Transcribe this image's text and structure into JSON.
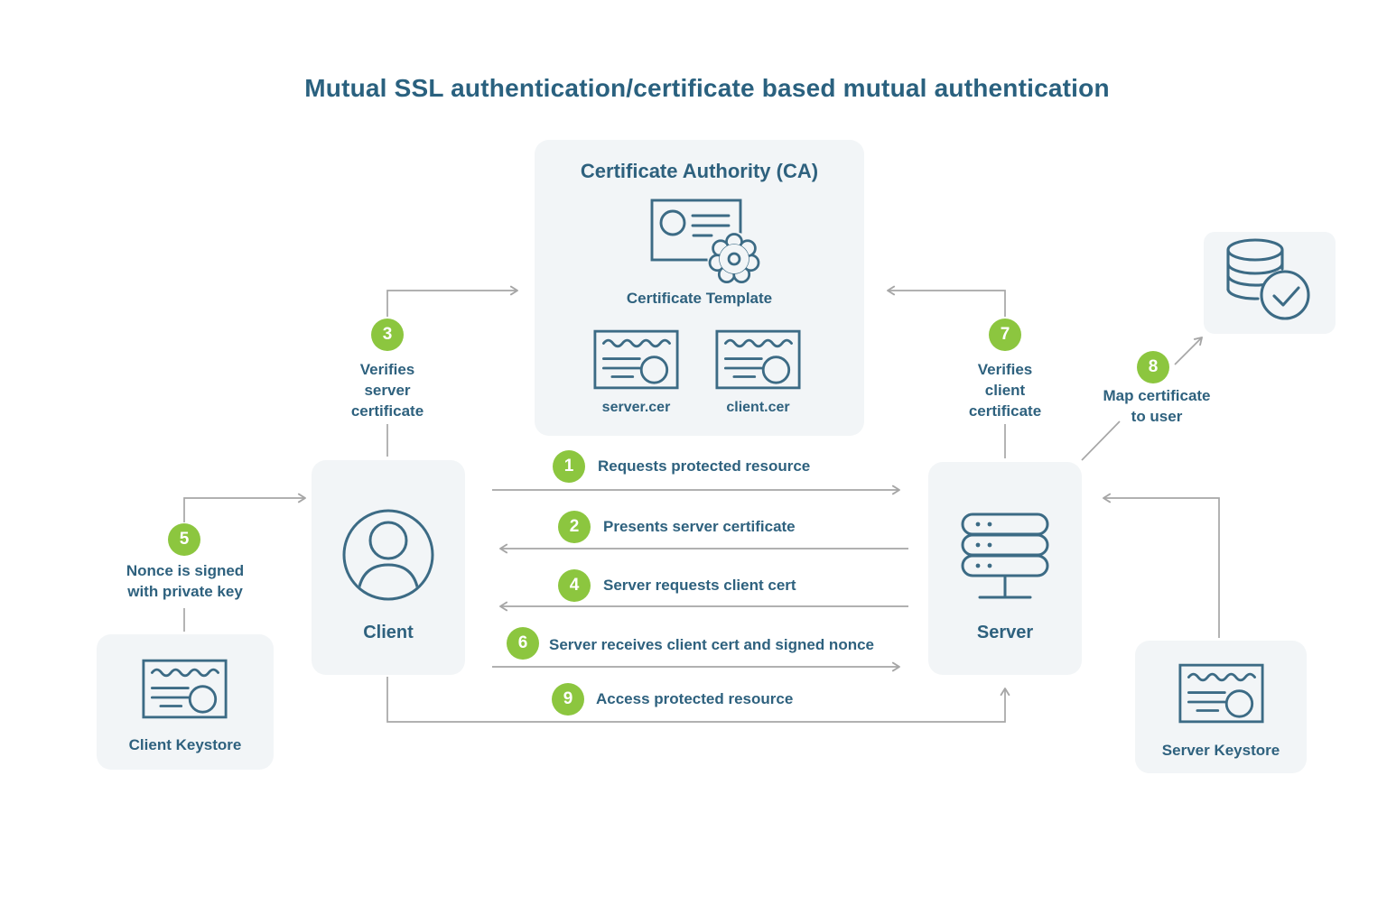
{
  "title": "Mutual SSL authentication/certificate based mutual authentication",
  "ca": {
    "heading": "Certificate Authority (CA)",
    "template_label": "Certificate Template",
    "server_cert": "server.cer",
    "client_cert": "client.cer"
  },
  "nodes": {
    "client": "Client",
    "server": "Server",
    "client_keystore": "Client Keystore",
    "server_keystore": "Server Keystore"
  },
  "steps": {
    "s1": {
      "num": "1",
      "label": "Requests protected resource"
    },
    "s2": {
      "num": "2",
      "label": "Presents server certificate"
    },
    "s3": {
      "num": "3",
      "lines": [
        "Verifies",
        "server",
        "certificate"
      ]
    },
    "s4": {
      "num": "4",
      "label": "Server requests client cert"
    },
    "s5": {
      "num": "5",
      "lines": [
        "Nonce is signed",
        "with private key"
      ]
    },
    "s6": {
      "num": "6",
      "label": "Server receives client cert and signed nonce"
    },
    "s7": {
      "num": "7",
      "lines": [
        "Verifies",
        "client",
        "certificate"
      ]
    },
    "s8": {
      "num": "8",
      "lines": [
        "Map certificate",
        "to user"
      ]
    },
    "s9": {
      "num": "9",
      "label": "Access protected resource"
    }
  },
  "colors": {
    "accent_green": "#8cc63f",
    "text_blue": "#2e617e",
    "icon_stroke": "#3c6b85",
    "arrow_gray": "#a6a6a6",
    "panel_bg": "#f2f5f7"
  }
}
